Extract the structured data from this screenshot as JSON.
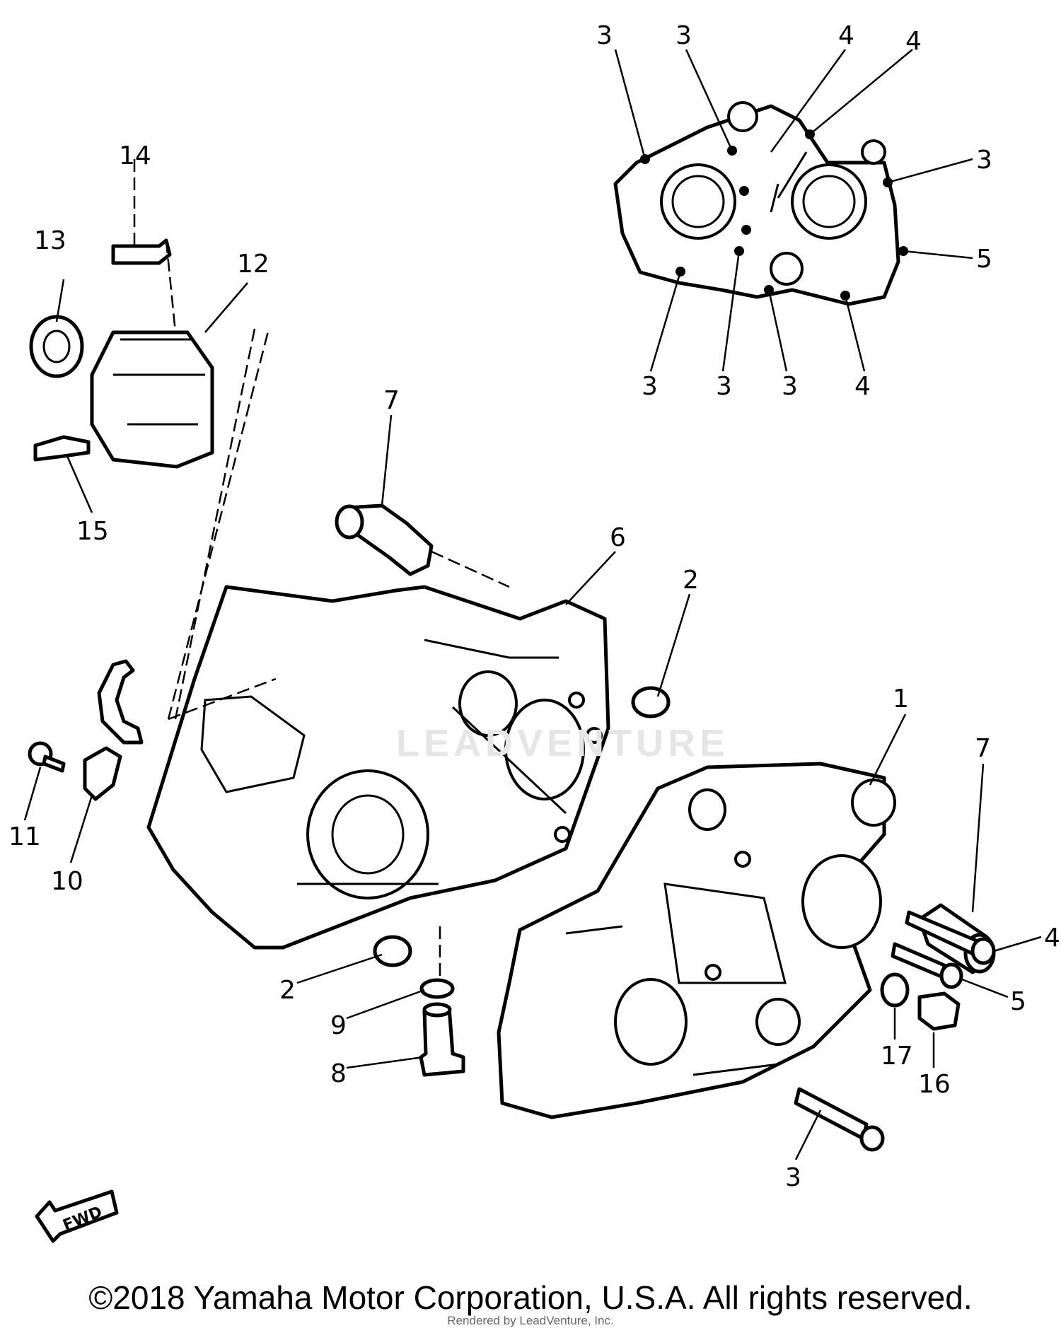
{
  "callouts": [
    {
      "id": "c3a",
      "text": "3"
    },
    {
      "id": "c3b",
      "text": "3"
    },
    {
      "id": "c4a",
      "text": "4"
    },
    {
      "id": "c4b",
      "text": "4"
    },
    {
      "id": "c3c",
      "text": "3"
    },
    {
      "id": "c5a",
      "text": "5"
    },
    {
      "id": "c3d",
      "text": "3"
    },
    {
      "id": "c3e",
      "text": "3"
    },
    {
      "id": "c3f",
      "text": "3"
    },
    {
      "id": "c4c",
      "text": "4"
    },
    {
      "id": "c14",
      "text": "14"
    },
    {
      "id": "c13",
      "text": "13"
    },
    {
      "id": "c12",
      "text": "12"
    },
    {
      "id": "c15",
      "text": "15"
    },
    {
      "id": "c7a",
      "text": "7"
    },
    {
      "id": "c6",
      "text": "6"
    },
    {
      "id": "c2a",
      "text": "2"
    },
    {
      "id": "c1",
      "text": "1"
    },
    {
      "id": "c7b",
      "text": "7"
    },
    {
      "id": "c11",
      "text": "11"
    },
    {
      "id": "c10",
      "text": "10"
    },
    {
      "id": "c4d",
      "text": "4"
    },
    {
      "id": "c5b",
      "text": "5"
    },
    {
      "id": "c2b",
      "text": "2"
    },
    {
      "id": "c9",
      "text": "9"
    },
    {
      "id": "c17",
      "text": "17"
    },
    {
      "id": "c16",
      "text": "16"
    },
    {
      "id": "c8",
      "text": "8"
    },
    {
      "id": "c3g",
      "text": "3"
    }
  ],
  "fwd_arrow_text": "FWD",
  "watermark": "LEADVENTURE",
  "copyright": "©2018 Yamaha Motor Corporation, U.S.A. All rights reserved.",
  "rendered_by": "Rendered by LeadVenture, Inc."
}
